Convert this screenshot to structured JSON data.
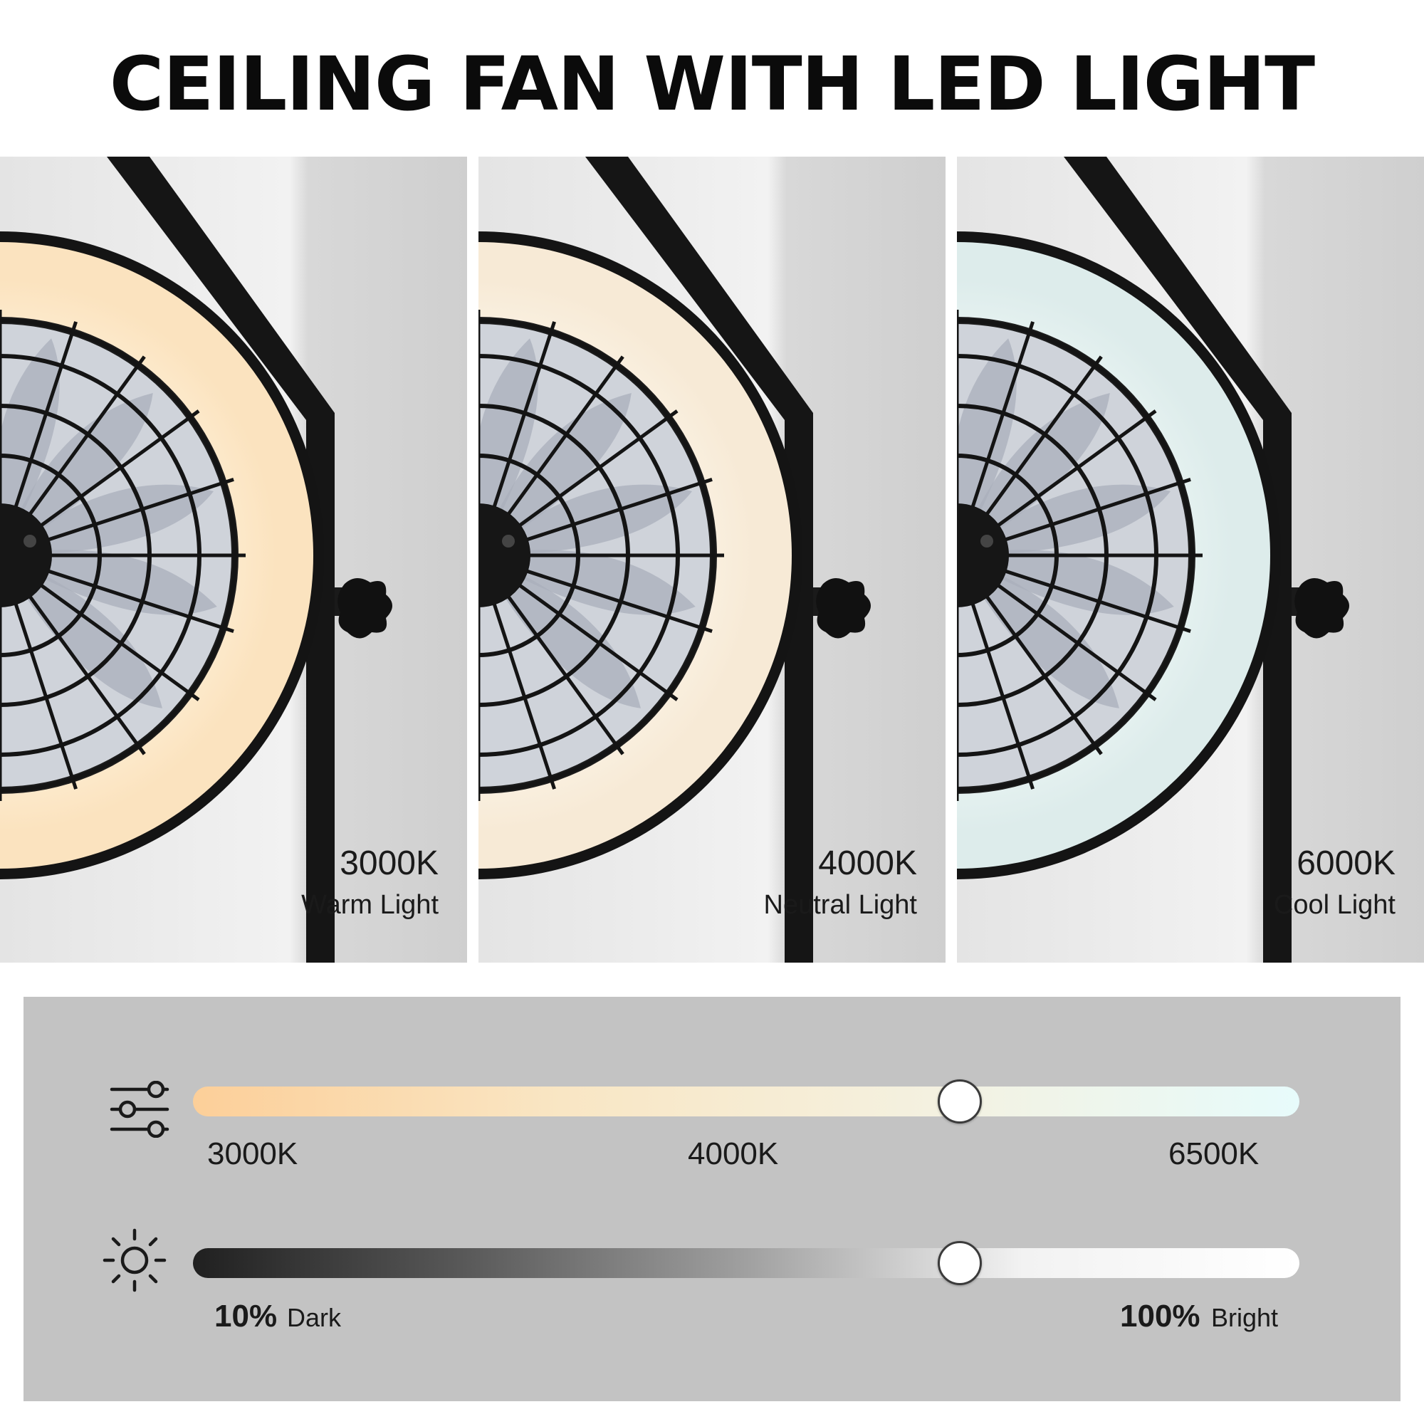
{
  "title": "CEILING FAN WITH LED LIGHT",
  "panels": [
    {
      "kelvin": "3000K",
      "name": "Warm Light",
      "ring_color": "#fbe3bf",
      "ring_glow": "#fff3de"
    },
    {
      "kelvin": "4000K",
      "name": "Neutral Light",
      "ring_color": "#f7ead6",
      "ring_glow": "#fdf7ec"
    },
    {
      "kelvin": "6000K",
      "name": "Cool Light",
      "ring_color": "#ddeceb",
      "ring_glow": "#f0f8f7"
    }
  ],
  "controls": {
    "temperature": {
      "icon": "sliders-icon",
      "labels": [
        "3000K",
        "4000K",
        "6500K"
      ],
      "value_fraction": 0.693,
      "gradient": [
        "#fccf99",
        "#f9e6c4",
        "#f4f1e0",
        "#e7fbfb"
      ]
    },
    "brightness": {
      "icon": "sun-icon",
      "min_pct": "10%",
      "min_word": "Dark",
      "max_pct": "100%",
      "max_word": "Bright",
      "value_fraction": 0.693,
      "gradient": [
        "#202020",
        "#5a5a5a",
        "#a0a0a0",
        "#f2f2f2",
        "#ffffff"
      ]
    }
  }
}
